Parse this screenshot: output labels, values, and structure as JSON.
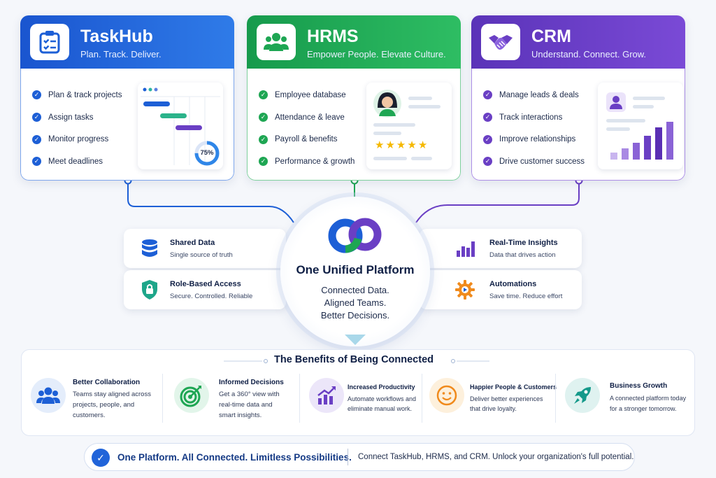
{
  "cards": [
    {
      "title": "TaskHub",
      "tagline": "Plan. Track. Deliver.",
      "color": "#1d5fd6",
      "features": [
        "Plan & track projects",
        "Assign tasks",
        "Monitor progress",
        "Meet deadlines"
      ],
      "progress_label": "75%",
      "progress_value": 0.75
    },
    {
      "title": "HRMS",
      "tagline": "Empower People. Elevate Culture.",
      "color": "#1ea653",
      "features": [
        "Employee database",
        "Attendance & leave",
        "Payroll & benefits",
        "Performance & growth"
      ],
      "rating_stars": 5
    },
    {
      "title": "CRM",
      "tagline": "Understand. Connect. Grow.",
      "color": "#6a3fc4",
      "features": [
        "Manage leads & deals",
        "Track interactions",
        "Improve relationships",
        "Drive customer success"
      ]
    }
  ],
  "hub": {
    "title": "One Unified Platform",
    "lines": [
      "Connected Data.",
      "Aligned Teams.",
      "Better Decisions."
    ]
  },
  "capabilities": [
    {
      "title": "Shared Data",
      "subtitle": "Single source of truth",
      "icon": "database-icon"
    },
    {
      "title": "Role-Based Access",
      "subtitle": "Secure. Controlled. Reliable",
      "icon": "shield-lock-icon"
    },
    {
      "title": "Real-Time Insights",
      "subtitle": "Data that drives action",
      "icon": "bar-chart-icon"
    },
    {
      "title": "Automations",
      "subtitle": "Save time. Reduce effort",
      "icon": "gear-icon"
    }
  ],
  "benefits": {
    "heading": "The Benefits of Being Connected",
    "items": [
      {
        "title": "Better Collaboration",
        "lines": [
          "Teams stay aligned across",
          "projects, people, and",
          "customers."
        ],
        "icon": "team-icon"
      },
      {
        "title": "Informed Decisions",
        "lines": [
          "Get a 360° view with",
          "real-time data and",
          "smart insights."
        ],
        "icon": "target-icon"
      },
      {
        "title": "Increased Productivity",
        "lines": [
          "Automate workflows and",
          "eliminate manual work."
        ],
        "icon": "growth-chart-icon"
      },
      {
        "title": "Happier People & Customers",
        "lines": [
          "Deliver better experiences",
          "that drive loyalty."
        ],
        "icon": "smiley-icon"
      },
      {
        "title": "Business Growth",
        "lines": [
          "A connected platform today",
          "for a stronger tomorrow."
        ],
        "icon": "rocket-icon"
      }
    ]
  },
  "footer": {
    "main": "One Platform. All Connected. Limitless Possibilities.",
    "sub": "Connect TaskHub, HRMS, and CRM. Unlock your organization's full potential."
  }
}
